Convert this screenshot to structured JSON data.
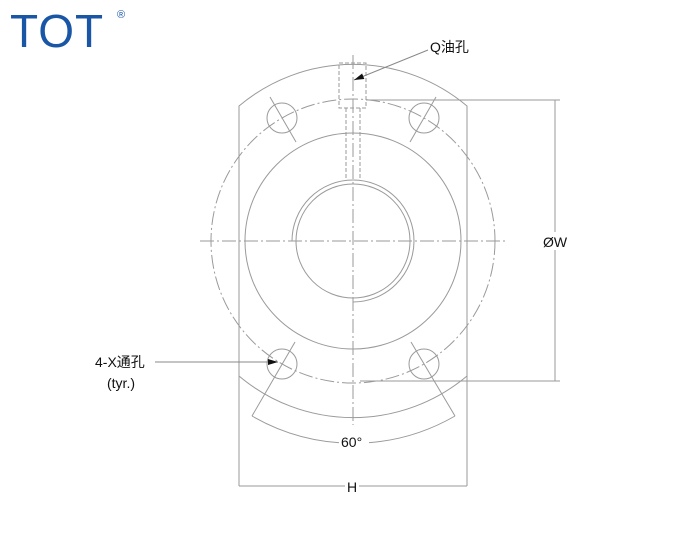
{
  "brand": {
    "name": "TOT",
    "registered_mark": "®",
    "color": "#1a56a6"
  },
  "labels": {
    "oil_hole": "Q油孔",
    "diameter_w": "ØW",
    "through_holes": "4-X通孔",
    "typical": "(tyr.)",
    "angle": "60°",
    "height": "H"
  }
}
